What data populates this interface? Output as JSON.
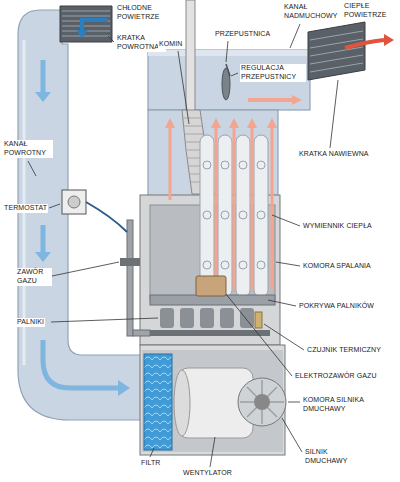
{
  "diagram": {
    "labels": [
      "CHŁODNE POWIETRZE",
      "KRATKA POWROTNA",
      "KOMIN",
      "KANAŁ NADMUCHOWY",
      "CIEPŁE POWIETRZE",
      "PRZEPUSTNICA",
      "REGULACJA PRZEPUSTNICY",
      "KRATKA NAWIEWNA",
      "KANAŁ POWROTNY",
      "TERMOSTAT",
      "WYMIENNIK CIEPŁA",
      "KOMORA SPALANIA",
      "ZAWÓR GAZU",
      "POKRYWA PALNIKÓW",
      "PALNIKI",
      "CZUJNIK TERMICZNY",
      "ELEKTROZAWÓR GAZU",
      "KOMORA SILNIKA DMUCHAWY",
      "FILTR",
      "WENTYLATOR",
      "SILNIK DMUCHAWY"
    ]
  }
}
